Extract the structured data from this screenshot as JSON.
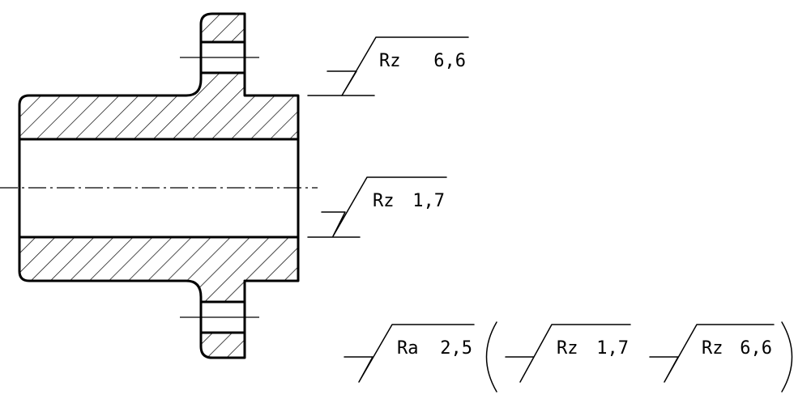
{
  "surface_symbols": [
    {
      "id": "upper_face",
      "parameter": "Rz",
      "value": "6,6"
    },
    {
      "id": "bore",
      "parameter": "Rz",
      "value": "1,7"
    },
    {
      "id": "general",
      "parameter": "Ra",
      "value": "2,5"
    },
    {
      "id": "general_exception_1",
      "parameter": "Rz",
      "value": "1,7"
    },
    {
      "id": "general_exception_2",
      "parameter": "Rz",
      "value": "6,6"
    }
  ]
}
